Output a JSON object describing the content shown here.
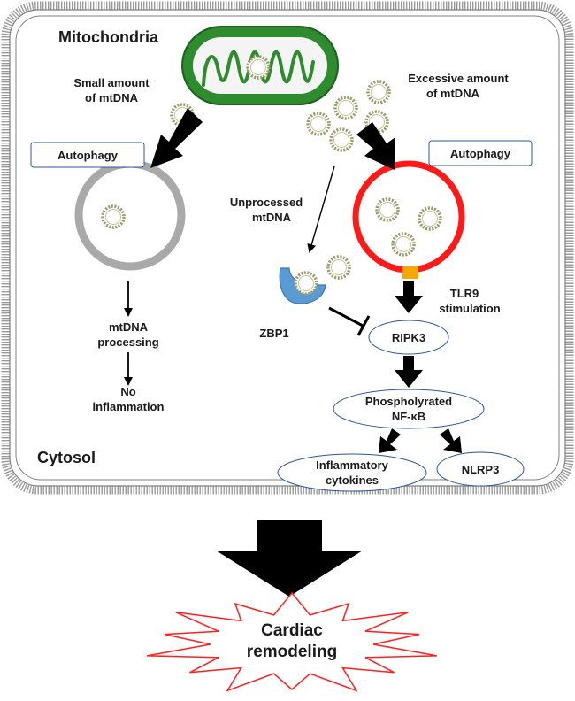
{
  "labels": {
    "mitochondria": "Mitochondria",
    "cytosol": "Cytosol",
    "small_amount_line1": "Small amount",
    "small_amount_line2": "of mtDNA",
    "excessive_amount_line1": "Excessive amount",
    "excessive_amount_line2": "of mtDNA",
    "autophagy_left": "Autophagy",
    "autophagy_right": "Autophagy",
    "unprocessed_line1": "Unprocessed",
    "unprocessed_line2": "mtDNA",
    "mtdna_processing_line1": "mtDNA",
    "mtdna_processing_line2": "processing",
    "no_inflammation_line1": "No",
    "no_inflammation_line2": "inflammation",
    "zbp1": "ZBP1",
    "tlr9_line1": "TLR9",
    "tlr9_line2": "stimulation",
    "ripk3": "RIPK3",
    "nfkb_line1": "Phospholyrated",
    "nfkb_line2": "NF-κB",
    "cytokines_line1": "Inflammatory",
    "cytokines_line2": "cytokines",
    "nlrp3": "NLRP3",
    "cardiac_line1": "Cardiac",
    "cardiac_line2": "remodeling"
  },
  "colors": {
    "mitochondria_fill": "#2e8b2e",
    "mitochondria_inner": "#f4f4f4",
    "membrane": "#9a9a9a",
    "autophagosome_left": "#a9a9a9",
    "autolysosome_right": "#ff1a1a",
    "tlr9_receptor": "#f5a800",
    "zbp1": "#5b9bd5",
    "box_stroke": "#2f5597",
    "starburst_stroke": "#ff2020",
    "arrow": "#000000"
  }
}
